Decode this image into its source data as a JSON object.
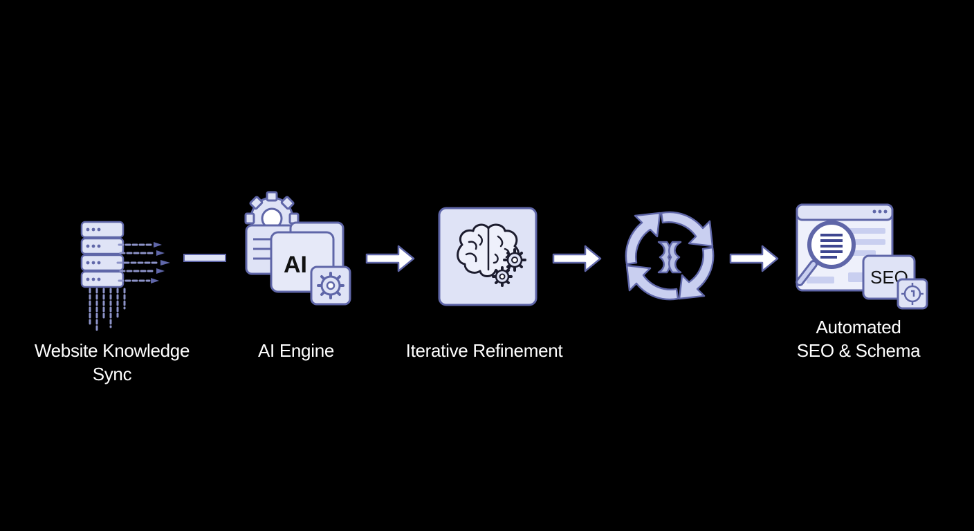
{
  "colors": {
    "background": "#000000",
    "icon_fill": "#dfe3f6",
    "icon_fill_dark": "#b9c1e6",
    "icon_stroke": "#5f66a8",
    "label_text": "#ffffff"
  },
  "steps": [
    {
      "icon": "server-data-icon",
      "label_lines": [
        "Website Knowledge",
        "Sync"
      ]
    },
    {
      "icon": "ai-gear-document-icon",
      "icon_text": "AI",
      "label_lines": [
        "AI Engine"
      ]
    },
    {
      "icon": "brain-gears-icon",
      "label_lines": [
        "Iterative Refinement"
      ]
    },
    {
      "icon": "cycle-arrows-icon",
      "label_lines": []
    },
    {
      "icon": "seo-magnifier-browser-icon",
      "icon_text": "SEO",
      "label_lines": [
        "Automated",
        "SEO & Schema"
      ]
    }
  ],
  "connectors": [
    "line",
    "arrow",
    "arrow",
    "arrow"
  ]
}
